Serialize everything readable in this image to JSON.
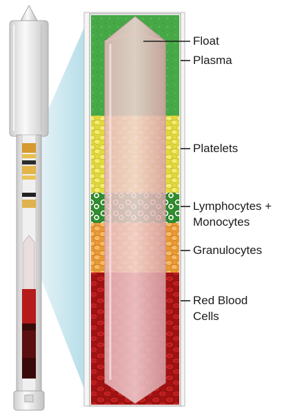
{
  "diagram": {
    "labels": {
      "float": "Float",
      "plasma": "Plasma",
      "platelets": "Platelets",
      "lymphocytes_line1": "Lymphocytes +",
      "lymphocytes_line2": "Monocytes",
      "granulocytes": "Granulocytes",
      "rbc_line1": "Red Blood",
      "rbc_line2": "Cells"
    },
    "layers": [
      {
        "name": "plasma",
        "color": "#4daf4a"
      },
      {
        "name": "platelets",
        "color": "#e8e04a"
      },
      {
        "name": "lymphocytes-monocytes",
        "color": "#3a9b3a"
      },
      {
        "name": "granulocytes",
        "color": "#f0a040"
      },
      {
        "name": "red-blood-cells",
        "color": "#b01818"
      }
    ],
    "accent": "#9fd3e0"
  }
}
